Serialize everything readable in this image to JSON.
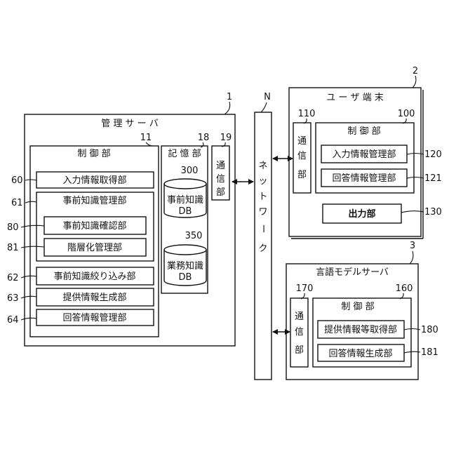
{
  "management_server": {
    "title": "管 理 サ ー バ",
    "ref": "1",
    "control": {
      "title": "制 御 部",
      "ref": "11",
      "input_acquire": {
        "label": "入力情報取得部",
        "ref": "60"
      },
      "prior_knowledge_mgmt": {
        "label": "事前知識管理部",
        "ref": "61",
        "confirm": {
          "label": "事前知識確認部",
          "ref": "80"
        },
        "hierarchy": {
          "label": "階層化管理部",
          "ref": "81"
        }
      },
      "narrowing": {
        "label": "事前知識絞り込み部",
        "ref": "62"
      },
      "provide_gen": {
        "label": "提供情報生成部",
        "ref": "63"
      },
      "answer_mgmt": {
        "label": "回答情報管理部",
        "ref": "64"
      }
    },
    "storage": {
      "title": "記 憶 部",
      "ref": "18",
      "db_prior": {
        "line1": "事前知識",
        "line2": "DB",
        "ref": "300"
      },
      "db_business": {
        "line1": "業務知識",
        "line2": "DB",
        "ref": "350"
      }
    },
    "comm": {
      "chars": [
        "通",
        "信",
        "部"
      ],
      "ref": "19"
    }
  },
  "network": {
    "chars": [
      "ネ",
      "ッ",
      "ト",
      "ワ",
      "ー",
      "ク"
    ],
    "ref": "N"
  },
  "user_terminal": {
    "title": "ユ ー ザ 端 末",
    "ref": "2",
    "comm": {
      "chars": [
        "通",
        "信",
        "部"
      ],
      "ref": "110"
    },
    "control": {
      "title": "制 御 部",
      "ref": "100",
      "input_mgmt": {
        "label": "入力情報管理部",
        "ref": "120"
      },
      "answer_mgmt": {
        "label": "回答情報管理部",
        "ref": "121"
      }
    },
    "output": {
      "label": "出力部",
      "ref": "130"
    }
  },
  "llm_server": {
    "title": "言語モデルサーバ",
    "ref": "3",
    "comm": {
      "chars": [
        "通",
        "信",
        "部"
      ],
      "ref": "170"
    },
    "control": {
      "title": "制 御 部",
      "ref": "160",
      "provide_acquire": {
        "label": "提供情報等取得部",
        "ref": "180"
      },
      "answer_gen": {
        "label": "回答情報生成部",
        "ref": "181"
      }
    }
  }
}
